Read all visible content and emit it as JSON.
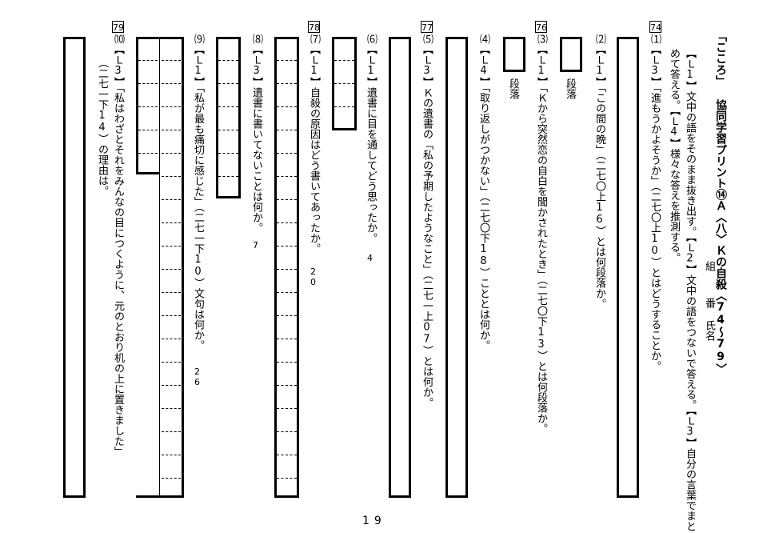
{
  "header": {
    "title": "「こころ」 協同学習プリント⑭Ａ〈八〉Ｋの自殺〈74〜79〉",
    "class_label": "組",
    "number_label": "番",
    "name_label": "氏名"
  },
  "instructions": {
    "line1": "【Ｌ1】文中の語をそのまま抜き出す。【Ｌ2】文中の語をつないで答える。【Ｌ3】自分の言葉でまと",
    "line2": "めて答える。【Ｌ4】様々な答えを推測する。"
  },
  "section_numbers": {
    "s74": "74",
    "s76": "76",
    "s77": "77",
    "s78": "78",
    "s79": "79"
  },
  "questions": [
    {
      "id": "q1",
      "text": "⑴【Ｌ3】「進もうかよそうか」（二七〇上10）とはどうすることか。"
    },
    {
      "id": "q2",
      "text": "⑵【Ｌ1】「この間の晩」（二七〇上16）とは何段落か。"
    },
    {
      "id": "q3",
      "text": "⑶【Ｌ1】「Ｋから突然恋の自白を聞かされたとき」（二七〇下13）とは何段落か。"
    },
    {
      "id": "q4",
      "text": "⑷【Ｌ4】「取り返しがつかない」（二七〇下18）こととは何か。"
    },
    {
      "id": "q5",
      "text": "⑸【Ｌ3】Ｋの遺書の「私の予期したようなこと」（二七一上07）とは何か。"
    },
    {
      "id": "q6",
      "text": "⑹【Ｌ1】遺書に目を通してどう思ったか。",
      "hint": "4"
    },
    {
      "id": "q7",
      "text": "⑺【Ｌ1】自殺の原因はどう書いてあったか。",
      "hint": "20"
    },
    {
      "id": "q8",
      "text": "⑻【Ｌ3】遺書に書いてないことは何か。",
      "hint": "7"
    },
    {
      "id": "q9",
      "text": "⑼【Ｌ1】「私が最も痛切に感じた」（二七一下10）文句は何か。",
      "hint": "26"
    },
    {
      "id": "q10",
      "text": "⑽【Ｌ3】「私はわざとそれをみんなの目につくように、元のとおり机の上に置きました」",
      "text2": "（二七一下14）の理由は。"
    }
  ],
  "answer_labels": {
    "q2": "段落",
    "q3": "段落"
  },
  "page_number": "19"
}
